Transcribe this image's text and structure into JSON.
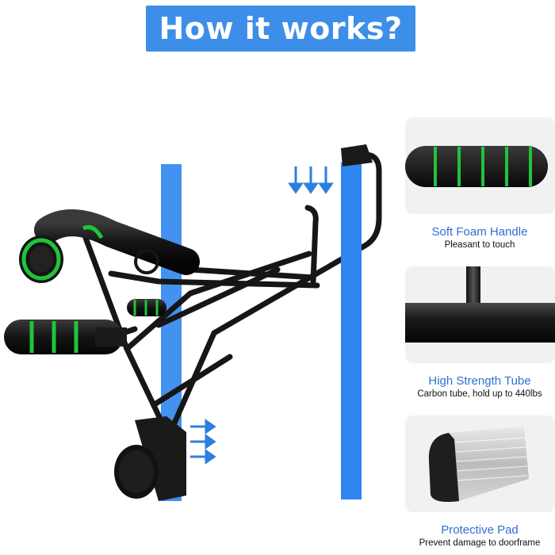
{
  "header": {
    "title": "How it works?"
  },
  "features": [
    {
      "title": "Soft Foam Handle",
      "subtitle": "Pleasant to touch",
      "icon": "foam-handle-closeup"
    },
    {
      "title": "High Strength Tube",
      "subtitle": "Carbon tube, hold up to 440lbs",
      "icon": "tube-joint-closeup"
    },
    {
      "title": "Protective Pad",
      "subtitle": "Prevent damage to doorframe",
      "icon": "protective-pad-closeup"
    }
  ],
  "colors": {
    "accent": "#3d8ee8",
    "door_frame": "#2f86ee",
    "foam": "#1a1a1a",
    "foam_ring": "#1fc43a",
    "arrow": "#2b7fe0",
    "feature_title": "#2f6fd3"
  }
}
